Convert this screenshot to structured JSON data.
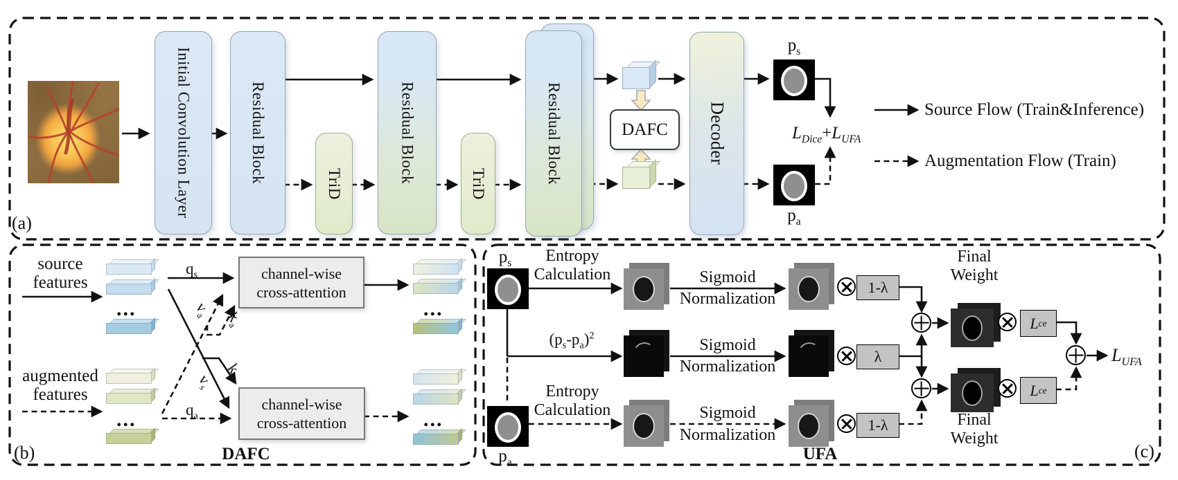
{
  "panel_a": {
    "label": "(a)",
    "initial_conv_label": "Initial Convolution Layer",
    "residual_block_1": "Residual Block",
    "trid_1": "TriD",
    "residual_block_2": "Residual Block",
    "trid_2": "TriD",
    "residual_block_3": "Residual Block",
    "dafc_label": "DAFC",
    "decoder_label": "Decoder",
    "ps": {
      "base": "p",
      "sub": "s"
    },
    "pa": {
      "base": "p",
      "sub": "a"
    },
    "loss": {
      "l1": "L",
      "l1_sub": "Dice",
      "op": "+",
      "l2": "L",
      "l2_sub": "UFA"
    },
    "legend": {
      "solid_label": "Source Flow (Train&Inference)",
      "dashed_label": "Augmentation Flow (Train)"
    }
  },
  "panel_b": {
    "label": "(b)",
    "title": "DAFC",
    "source_line1": "source",
    "source_line2": "features",
    "aug_line1": "augmented",
    "aug_line2": "features",
    "dots": "...",
    "qs": {
      "base": "q",
      "sub": "s"
    },
    "qa": {
      "base": "q",
      "sub": "a"
    },
    "va": {
      "base": "v",
      "sub": "a"
    },
    "ka": {
      "base": "k",
      "sub": "a"
    },
    "ks": {
      "base": "k",
      "sub": "s"
    },
    "vs": {
      "base": "v",
      "sub": "s"
    },
    "attn_top_line1": "channel-wise",
    "attn_top_line2": "cross-attention",
    "attn_bottom_line1": "channel-wise",
    "attn_bottom_line2": "cross-attention"
  },
  "panel_c": {
    "label": "(c)",
    "title": "UFA",
    "ps": {
      "base": "p",
      "sub": "s"
    },
    "pa": {
      "base": "p",
      "sub": "a"
    },
    "entropy_line1": "Entropy",
    "entropy_line2": "Calculation",
    "sigmoid_line1": "Sigmoid",
    "sigmoid_line2": "Normalization",
    "diff": {
      "open": "(p",
      "sub1": "s",
      "mid": "-p",
      "sub2": "a",
      "close": ")",
      "sup": "2"
    },
    "weight_top": "1-λ",
    "weight_mid": "λ",
    "weight_bottom": "1-λ",
    "final_weight_line1": "Final",
    "final_weight_line2": "Weight",
    "lce": {
      "base": "L",
      "sub": "ce"
    },
    "lufa": {
      "base": "L",
      "sub": "UFA"
    }
  },
  "colors": {
    "block_blue": "#dbe8f5",
    "block_green": "#e9efd9",
    "attention_box": "#ececec",
    "weight_box": "#c3c3c3",
    "fusion_arrow": "#f7ebc4",
    "line": "#111111"
  }
}
